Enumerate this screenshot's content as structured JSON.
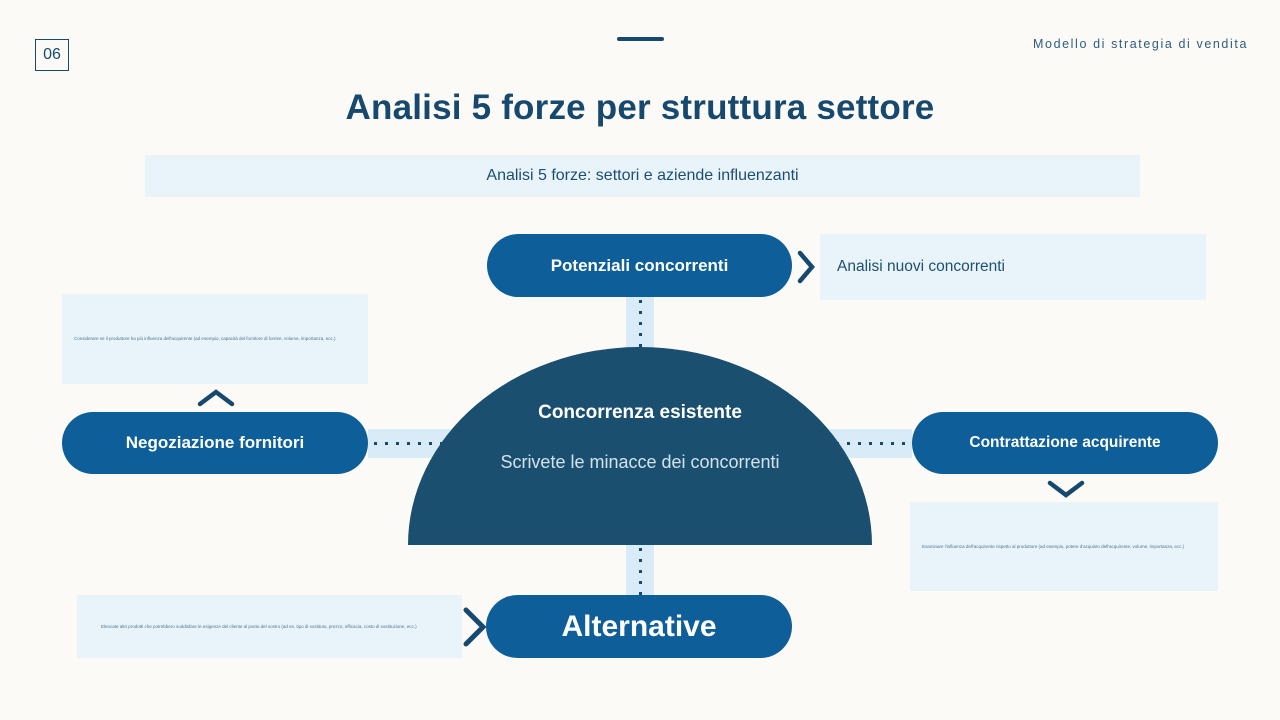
{
  "page": {
    "number": "06",
    "header_label": "Modello di strategia di vendita",
    "title": "Analisi 5 forze per struttura settore",
    "subtitle": "Analisi 5 forze: settori e aziende influenzanti"
  },
  "colors": {
    "background": "#fbfaf6",
    "navy": "#17496e",
    "pill_blue": "#0d5e99",
    "dome_blue": "#1b4f70",
    "light_box": "#e8f3fa",
    "band": "#d8ebf7"
  },
  "icons": {
    "top_connector": "chevron-right-icon",
    "left_connector": "chevron-up-icon",
    "right_connector": "chevron-down-icon",
    "bottom_connector": "chevron-right-icon"
  },
  "diagram": {
    "center": {
      "title": "Concorrenza esistente",
      "subtitle": "Scrivete le minacce dei concorrenti"
    },
    "top": {
      "pill": "Potenziali concorrenti",
      "note": "Analisi nuovi concorrenti"
    },
    "left": {
      "pill": "Negoziazione fornitori",
      "note": "Considerare se il produttore ha più influenza dell'acquirente (ad esempio, capacità del fornitore di fornire, volume, importanza, ecc.)"
    },
    "right": {
      "pill": "Contrattazione acquirente",
      "note": "Esaminare l'influenza dell'acquirente rispetto al produttore (ad esempio, potere d'acquisto dell'acquirente, volume, importanza, ecc.)"
    },
    "bottom": {
      "pill": "Alternative",
      "note": "Elencate altri prodotti che potrebbero soddisfare le esigenze del cliente al posto del vostro (ad es. tipo di sostituto, prezzo, efficacia, costo di sostituzione, ecc.)"
    }
  }
}
